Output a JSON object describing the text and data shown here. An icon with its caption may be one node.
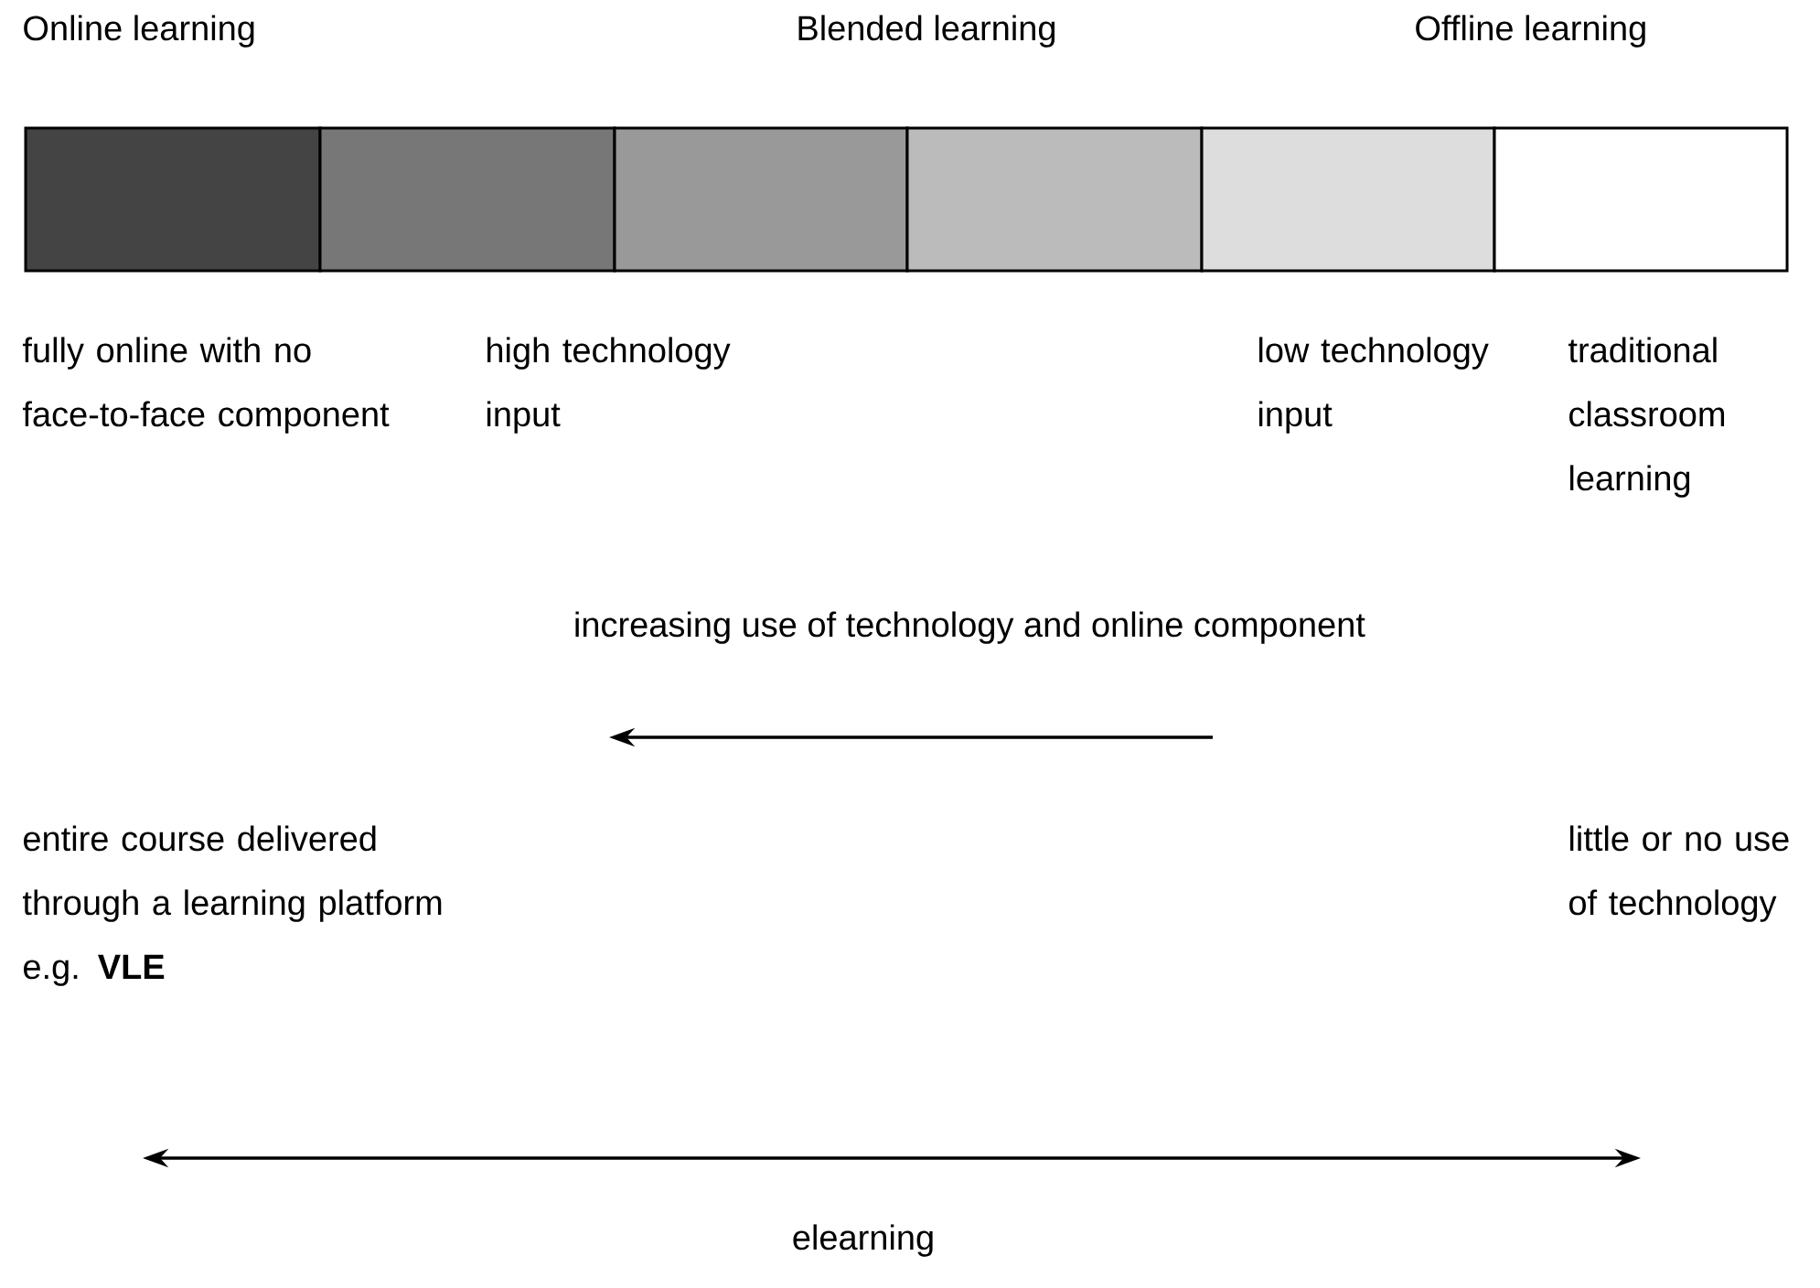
{
  "diagram": {
    "nodes": [
      {
        "text": [],
        "shape": "box"
      },
      {
        "text": [],
        "shape": "box"
      },
      {
        "text": [],
        "shape": "box"
      },
      {
        "text": [],
        "shape": "box"
      },
      {
        "text": [],
        "shape": "box"
      },
      {
        "text": [],
        "shape": "box"
      }
    ],
    "labels": [
      "Online learning",
      "Blended learning",
      "Offline learning",
      "fully online with no face-to-face component",
      "high technology input",
      "low technology input",
      "traditional classroom learning",
      "increasing use of technology and online component",
      "entire course delivered through a learning platform e.g. **VLE**",
      "little or no use of technology",
      "elearning"
    ]
  }
}
